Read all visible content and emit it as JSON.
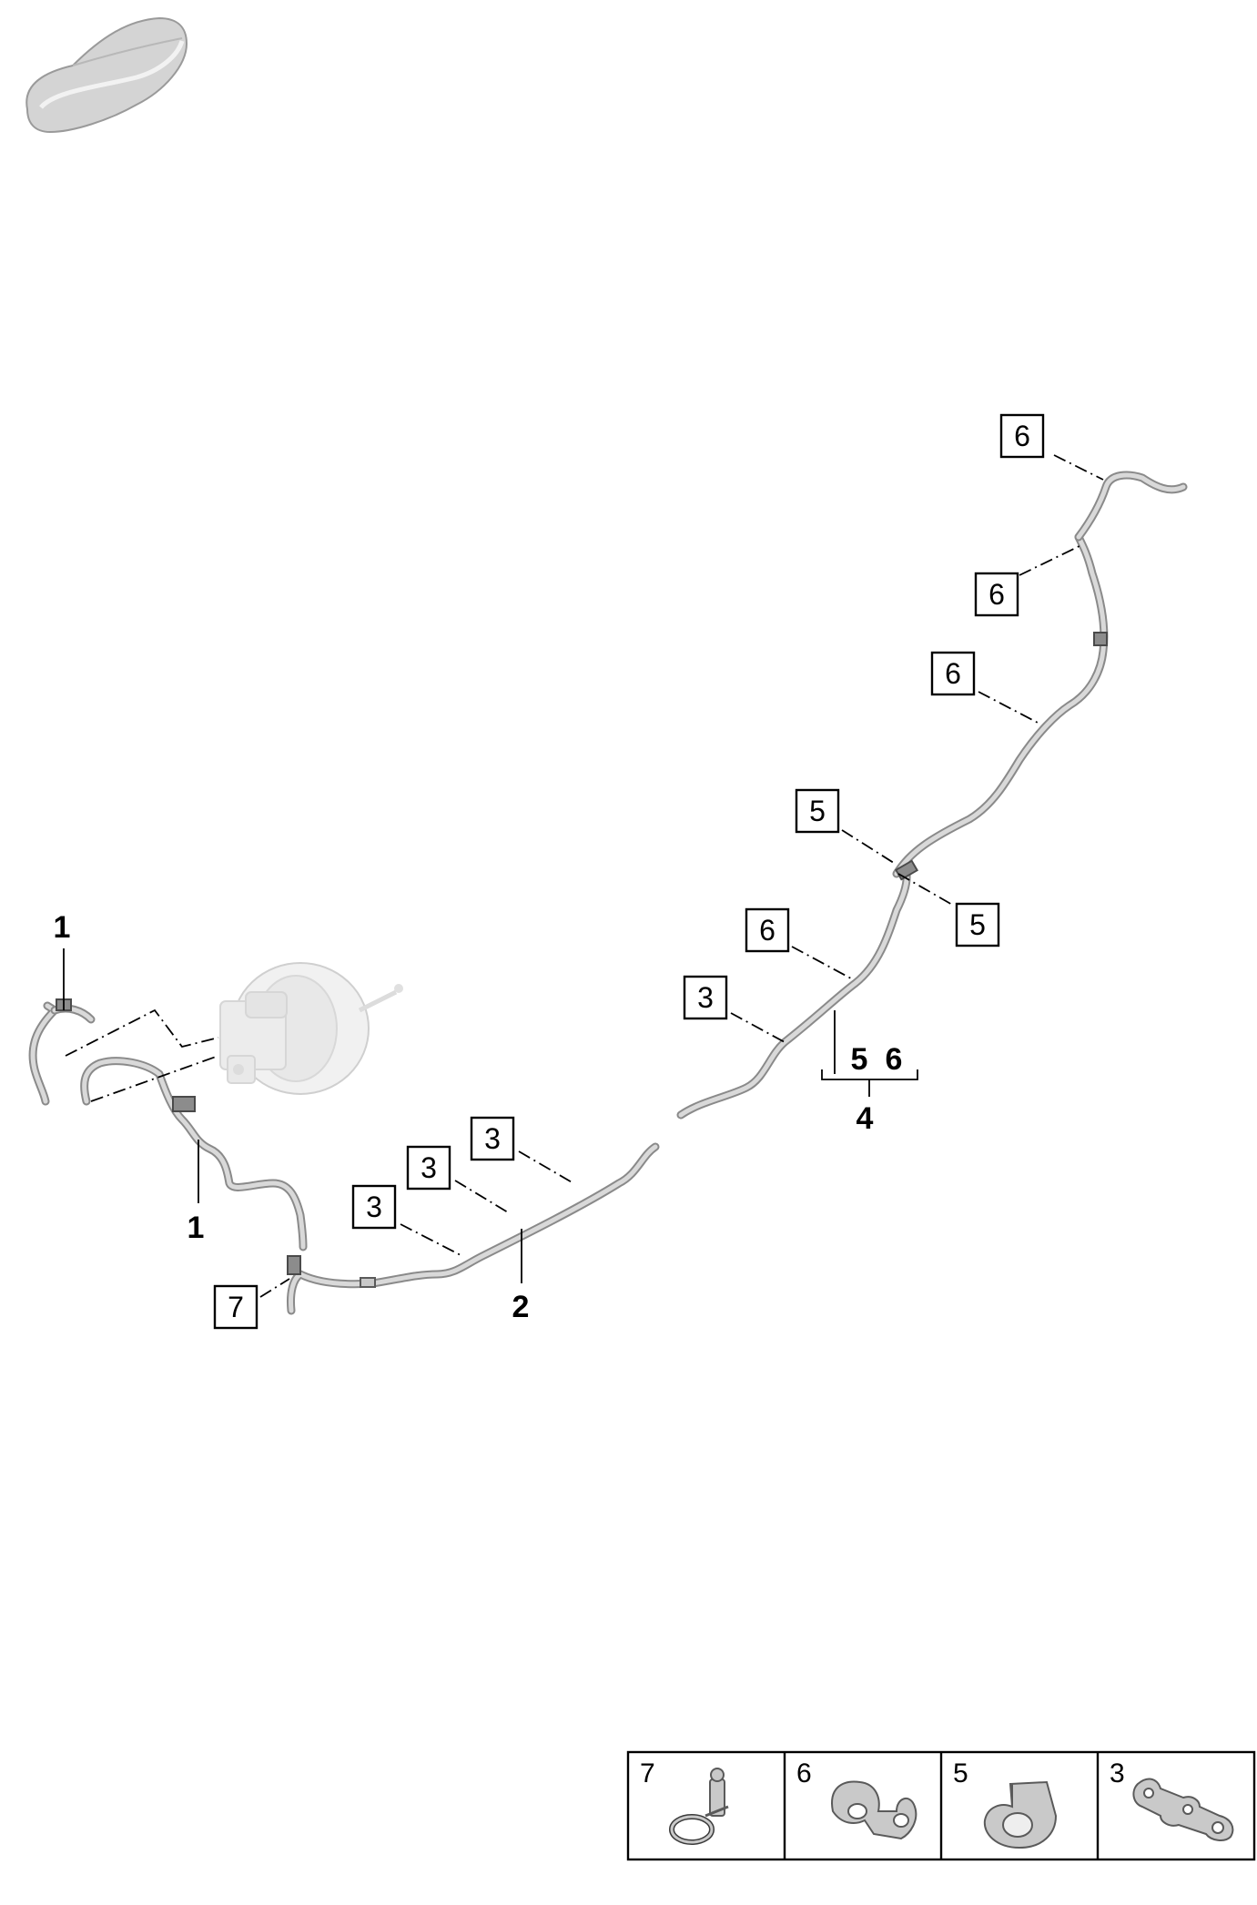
{
  "callouts": {
    "c6a": "6",
    "c6b": "6",
    "c6c": "6",
    "c5a": "5",
    "c5b": "5",
    "c6d": "6",
    "c3a": "3",
    "c3b": "3",
    "c3c": "3",
    "c3d": "3",
    "c7": "7"
  },
  "labels": {
    "l1_top": "1",
    "l1_bottom": "1",
    "l2": "2",
    "l4": "4",
    "l5": "5",
    "l6": "6"
  },
  "legend": {
    "items": [
      {
        "number": "7",
        "icon": "hose-clamp-clip-icon"
      },
      {
        "number": "6",
        "icon": "double-pipe-clip-icon"
      },
      {
        "number": "5",
        "icon": "single-pipe-clip-icon"
      },
      {
        "number": "3",
        "icon": "multi-pipe-clip-icon"
      }
    ]
  },
  "icons": {
    "vehicle": "car-silhouette-icon",
    "booster": "brake-booster-icon"
  }
}
